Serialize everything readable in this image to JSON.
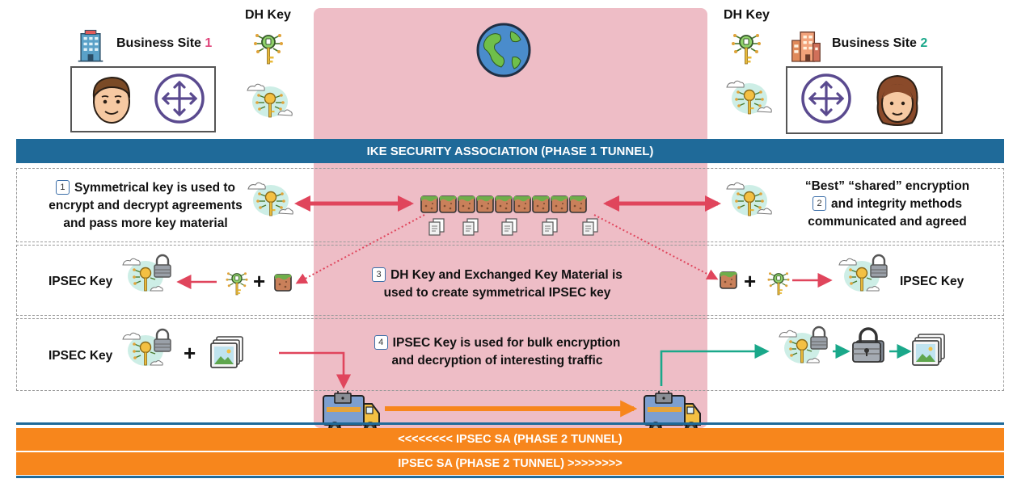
{
  "site1": {
    "name": "Business Site ",
    "number": "1"
  },
  "site2": {
    "name": "Business Site ",
    "number": "2"
  },
  "dh_key_label": "DH Key",
  "ike_bar": "IKE SECURITY ASSOCIATION (PHASE 1 TUNNEL)",
  "step1": {
    "num": "1",
    "line1": "Symmetrical key is used to",
    "line2": "encrypt and decrypt agreements",
    "line3": "and pass more key material"
  },
  "step2": {
    "num": "2",
    "line1": "“Best” “shared” encryption",
    "line2": "and integrity methods",
    "line3": "communicated and agreed"
  },
  "step3": {
    "num": "3",
    "line1": "DH Key and Exchanged Key Material is",
    "line2": "used to create symmetrical IPSEC key"
  },
  "step4": {
    "num": "4",
    "line1": "IPSEC Key is used for bulk encryption",
    "line2": "and decryption of interesting traffic"
  },
  "ipsec_key_label": "IPSEC Key",
  "plus": "+",
  "tunnel_left": "<<<<<<<< IPSEC SA (PHASE 2 TUNNEL)",
  "tunnel_right": "IPSEC SA (PHASE 2 TUNNEL) >>>>>>>>",
  "colors": {
    "ike_blue": "#1f6a99",
    "ipsec_orange": "#f7861c",
    "arrow_red": "#e0455c",
    "arrow_green": "#1aa88a",
    "zone_pink": "#eebdc6"
  },
  "icons": [
    "building-icon",
    "person-icon",
    "router-icon",
    "key-icon",
    "cloud-key-icon",
    "globe-icon",
    "key-material-icon",
    "document-icon",
    "lock-key-icon",
    "image-icon",
    "padlock-icon",
    "truck-icon"
  ]
}
